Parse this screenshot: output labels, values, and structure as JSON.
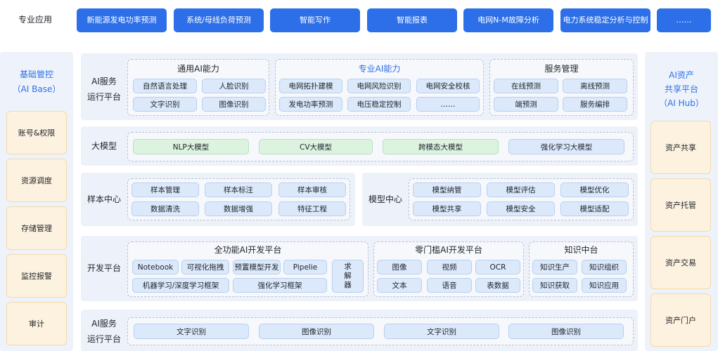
{
  "top": {
    "label": "专业应用",
    "items": [
      "新能源发电功率预测",
      "系统/母线负荷预测",
      "智能写作",
      "智能报表",
      "电网N-M故障分析",
      "电力系统稳定分析与控制",
      "……"
    ]
  },
  "left": {
    "title_line1": "基础管控",
    "title_line2": "（AI Base）",
    "items": [
      "账号&权限",
      "资源调度",
      "存储管理",
      "监控报警",
      "审计"
    ]
  },
  "right": {
    "title_line1": "AI资产",
    "title_line2": "共享平台",
    "title_line3": "（AI Hub）",
    "items": [
      "资产共享",
      "资产托管",
      "资产交易",
      "资产门户"
    ]
  },
  "ai_service": {
    "label_line1": "AI服务",
    "label_line2": "运行平台",
    "general": {
      "title": "通用AI能力",
      "items": [
        "自然语言处理",
        "人脸识别",
        "文字识别",
        "图像识别"
      ]
    },
    "special": {
      "title": "专业AI能力",
      "items": [
        "电网拓扑建模",
        "电网风险识别",
        "电网安全校核",
        "发电功率预测",
        "电压稳定控制",
        "……"
      ]
    },
    "service": {
      "title": "服务管理",
      "items": [
        "在线预测",
        "离线预测",
        "端预测",
        "服务编排"
      ]
    }
  },
  "big_model": {
    "label": "大模型",
    "items": [
      "NLP大模型",
      "CV大模型",
      "跨模态大模型",
      "强化学习大模型"
    ]
  },
  "sample": {
    "label": "样本中心",
    "items": [
      "样本管理",
      "样本标注",
      "样本审核",
      "数据清洗",
      "数据增强",
      "特征工程"
    ]
  },
  "model_center": {
    "label": "模型中心",
    "items": [
      "模型纳管",
      "模型评估",
      "模型优化",
      "模型共享",
      "模型安全",
      "模型适配"
    ]
  },
  "dev": {
    "label": "开发平台",
    "full": {
      "title": "全功能AI开发平台",
      "items": [
        "Notebook",
        "可视化拖拽",
        "预置模型开发",
        "Pipelie",
        "机器学习/深度学习框架",
        "强化学习框架"
      ],
      "solver": [
        "求",
        "解",
        "器"
      ]
    },
    "zero": {
      "title": "零门槛AI开发平台",
      "items": [
        "图像",
        "视频",
        "OCR",
        "文本",
        "语音",
        "表数据"
      ]
    },
    "knowledge": {
      "title": "知识中台",
      "items": [
        "知识生产",
        "知识组织",
        "知识获取",
        "知识应用"
      ]
    }
  },
  "bottom": {
    "label_line1": "AI服务",
    "label_line2": "运行平台",
    "items": [
      "文字识别",
      "图像识别",
      "文字识别",
      "图像识别"
    ]
  }
}
